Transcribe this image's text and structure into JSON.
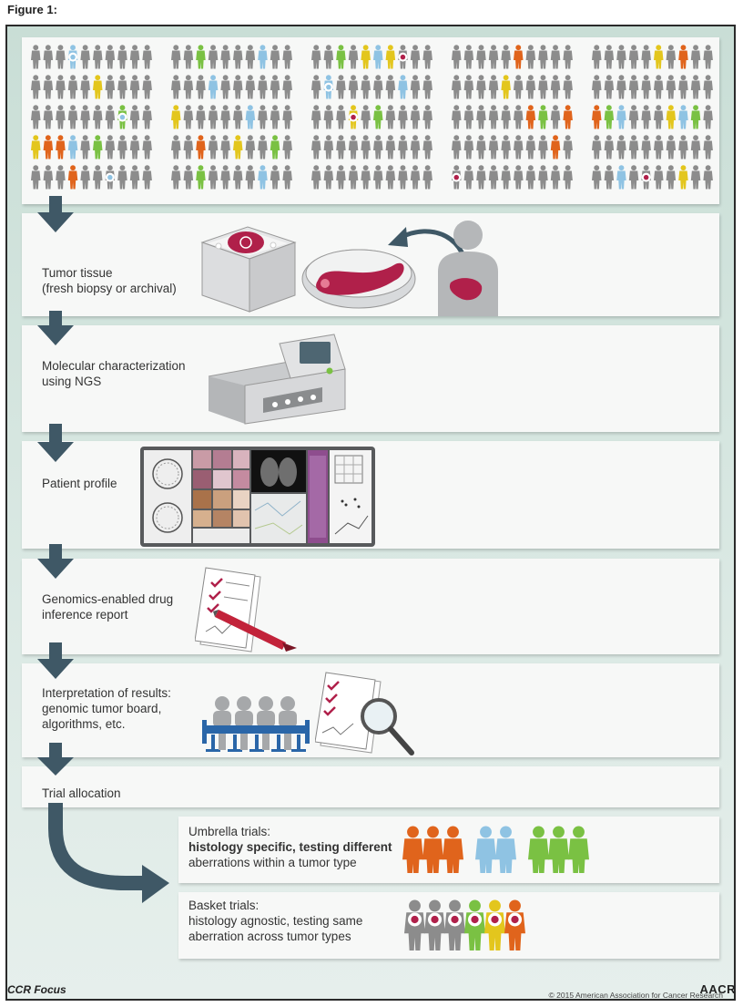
{
  "figure_label": "Figure 1:",
  "steps": [
    {
      "label": "Tumor tissue\n(fresh biopsy or archival)"
    },
    {
      "label": "Molecular characterization\nusing NGS"
    },
    {
      "label": "Patient profile"
    },
    {
      "label": "Genomics-enabled drug\ninference report"
    },
    {
      "label": "Interpretation of results:\ngenomic tumor board,\nalgorithms, etc."
    },
    {
      "label": "Trial allocation"
    }
  ],
  "umbrella": {
    "title": "Umbrella trials:",
    "line1": "histology specific, testing different",
    "line2": "aberrations within a tumor type"
  },
  "basket": {
    "title": "Basket trials:",
    "line1": "histology agnostic, testing same",
    "line2": "aberration across tumor types"
  },
  "copyright": "© 2015 American Association for Cancer Research",
  "footer": {
    "left": "CCR Focus",
    "right": "AACR"
  },
  "colors": {
    "gray": "#8c8c8c",
    "blue": "#8fc3e3",
    "green": "#7ac143",
    "yellow": "#e3c61d",
    "orange": "#e0641c",
    "arrow": "#3f5866",
    "crimson": "#b0204a"
  },
  "population_groups": [
    [
      [
        "g",
        "g",
        "g",
        "b",
        "g",
        "g",
        "g",
        "g",
        "g",
        "g"
      ],
      [
        "g",
        "g",
        "g",
        "g",
        "g",
        "y",
        "g",
        "g",
        "g",
        "g"
      ],
      [
        "g",
        "g",
        "g",
        "g",
        "g",
        "g",
        "g",
        "gr",
        "g",
        "g"
      ],
      [
        "y",
        "o",
        "o",
        "b",
        "g",
        "gr",
        "g",
        "g",
        "g",
        "g"
      ],
      [
        "g",
        "g",
        "g",
        "o",
        "g",
        "g",
        "g",
        "g",
        "g",
        "g"
      ]
    ],
    [
      [
        "g",
        "g",
        "gr",
        "g",
        "g",
        "g",
        "g",
        "b",
        "g",
        "g"
      ],
      [
        "g",
        "g",
        "g",
        "b",
        "g",
        "g",
        "g",
        "g",
        "g",
        "g"
      ],
      [
        "y",
        "g",
        "g",
        "g",
        "g",
        "g",
        "b",
        "g",
        "g",
        "g"
      ],
      [
        "g",
        "g",
        "o",
        "g",
        "g",
        "y",
        "g",
        "g",
        "gr",
        "g"
      ],
      [
        "g",
        "g",
        "gr",
        "g",
        "g",
        "g",
        "g",
        "b",
        "g",
        "g"
      ]
    ],
    [
      [
        "g",
        "g",
        "gr",
        "g",
        "y",
        "b",
        "y",
        "g",
        "g",
        "g"
      ],
      [
        "g",
        "b",
        "g",
        "g",
        "g",
        "g",
        "g",
        "b",
        "g",
        "g"
      ],
      [
        "g",
        "g",
        "g",
        "y",
        "g",
        "gr",
        "g",
        "g",
        "g",
        "g"
      ],
      [
        "g",
        "g",
        "g",
        "g",
        "g",
        "g",
        "g",
        "g",
        "g",
        "g"
      ],
      [
        "g",
        "g",
        "g",
        "g",
        "g",
        "g",
        "g",
        "g",
        "g",
        "g"
      ]
    ],
    [
      [
        "g",
        "g",
        "g",
        "g",
        "g",
        "o",
        "g",
        "g",
        "g",
        "g"
      ],
      [
        "g",
        "g",
        "g",
        "g",
        "y",
        "g",
        "g",
        "g",
        "g",
        "g"
      ],
      [
        "g",
        "g",
        "g",
        "g",
        "g",
        "g",
        "o",
        "gr",
        "g",
        "o"
      ],
      [
        "g",
        "g",
        "g",
        "g",
        "g",
        "g",
        "g",
        "g",
        "o",
        "g"
      ],
      [
        "g",
        "g",
        "g",
        "g",
        "g",
        "g",
        "g",
        "g",
        "g",
        "g"
      ]
    ],
    [
      [
        "g",
        "g",
        "g",
        "g",
        "g",
        "y",
        "g",
        "o",
        "g",
        "g"
      ],
      [
        "g",
        "g",
        "g",
        "g",
        "g",
        "g",
        "g",
        "g",
        "g",
        "g"
      ],
      [
        "o",
        "gr",
        "b",
        "g",
        "g",
        "g",
        "y",
        "b",
        "gr",
        "g"
      ],
      [
        "g",
        "g",
        "g",
        "g",
        "g",
        "g",
        "g",
        "g",
        "g",
        "g"
      ],
      [
        "g",
        "g",
        "b",
        "g",
        "g",
        "g",
        "g",
        "y",
        "g",
        "g"
      ]
    ]
  ],
  "umbrella_people": [
    "o",
    "o",
    "o",
    "b",
    "b",
    "gr",
    "gr",
    "gr"
  ],
  "basket_people": [
    "g",
    "g",
    "g",
    "gr",
    "y",
    "o"
  ]
}
